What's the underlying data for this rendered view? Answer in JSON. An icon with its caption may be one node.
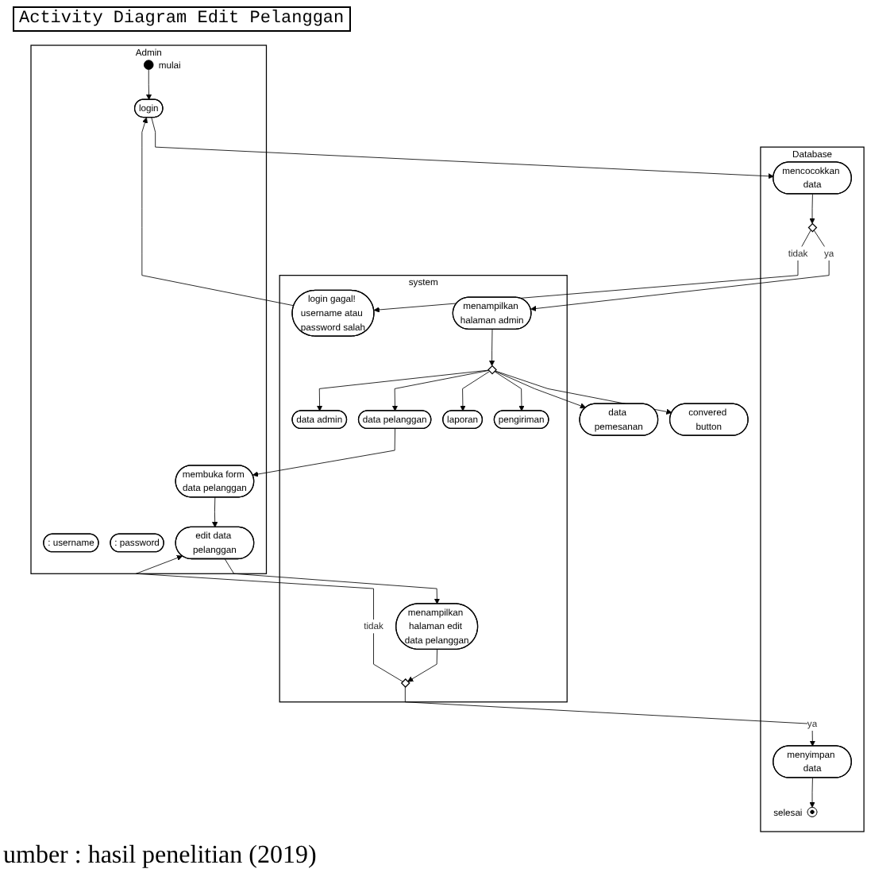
{
  "diagram": {
    "title": "Activity Diagram Edit Pelanggan",
    "caption": "umber : hasil penelitian (2019)",
    "nodes": [
      {
        "text": [
          "Admin"
        ]
      },
      {
        "text": [
          "system"
        ]
      },
      {
        "text": [
          "Database"
        ]
      },
      {
        "text": [],
        "shape": "circle",
        "beside": [
          "mulai"
        ],
        "in": 0
      },
      {
        "text": [
          ": username"
        ],
        "in": 0
      },
      {
        "text": [
          ": password"
        ],
        "in": 0
      },
      {
        "text": [
          "login"
        ],
        "in": 0
      },
      {
        "text": [
          "mencocokkan data"
        ],
        "in": 2
      },
      {
        "text": [],
        "shape": "diamond",
        "in": 2
      },
      {
        "text": [
          "login gagal! username atau password salah"
        ],
        "in": 1
      },
      {
        "text": [
          "menampilkan halaman admin"
        ],
        "in": 1
      },
      {
        "text": [
          "data admin"
        ],
        "in": 1
      },
      {
        "text": [
          "data pemesanan"
        ]
      },
      {
        "text": [],
        "shape": "diamond",
        "in": 1
      },
      {
        "text": [
          "membuka form data pelanggan"
        ],
        "in": 0
      },
      {
        "text": [
          "data pelanggan"
        ],
        "in": 1
      },
      {
        "text": [
          "convered button"
        ]
      },
      {
        "text": [
          "laporan"
        ],
        "in": 1
      },
      {
        "text": [
          "pengiriman"
        ],
        "in": 1
      },
      {
        "text": [
          "edit data pelanggan"
        ],
        "in": 0
      },
      {
        "text": [
          "menampilkan halaman edit data pelanggan"
        ],
        "in": 1
      },
      {
        "text": [],
        "shape": "diamond",
        "in": 1
      },
      {
        "text": [
          "menyimpan data"
        ],
        "in": 2
      },
      {
        "text": [],
        "shape": "circle",
        "beside": [
          "selesai"
        ],
        "in": 2
      }
    ],
    "edges": [
      {
        "from": 3,
        "to": 6,
        "arrow": "to"
      },
      {
        "from": 6,
        "to": 7,
        "arrow": "to"
      },
      {
        "from": 7,
        "to": 8,
        "arrow": "to"
      },
      {
        "from": 8,
        "to": 9,
        "arrow": "to",
        "label": "tidak"
      },
      {
        "from": 9,
        "to": 6,
        "arrow": "to"
      },
      {
        "from": 8,
        "to": 10,
        "arrow": "to",
        "label": "ya"
      },
      {
        "from": 10,
        "to": 13,
        "arrow": "to"
      },
      {
        "from": 13,
        "to": 11,
        "arrow": "to"
      },
      {
        "from": 13,
        "to": 12,
        "arrow": "to"
      },
      {
        "from": 13,
        "to": 15,
        "arrow": "to"
      },
      {
        "from": 13,
        "to": 16,
        "arrow": "to"
      },
      {
        "from": 13,
        "to": 17,
        "arrow": "to"
      },
      {
        "from": 13,
        "to": 18,
        "arrow": "to"
      },
      {
        "from": 15,
        "to": 14,
        "arrow": "to"
      },
      {
        "from": 14,
        "to": 19,
        "arrow": "to"
      },
      {
        "from": 19,
        "to": 20,
        "arrow": "to"
      },
      {
        "from": 20,
        "to": 21,
        "arrow": "to"
      },
      {
        "from": 21,
        "to": 19,
        "arrow": "to",
        "label": "tidak"
      },
      {
        "from": 21,
        "to": 22,
        "arrow": "to",
        "label": "ya"
      },
      {
        "from": 22,
        "to": 23,
        "arrow": "to"
      }
    ]
  }
}
